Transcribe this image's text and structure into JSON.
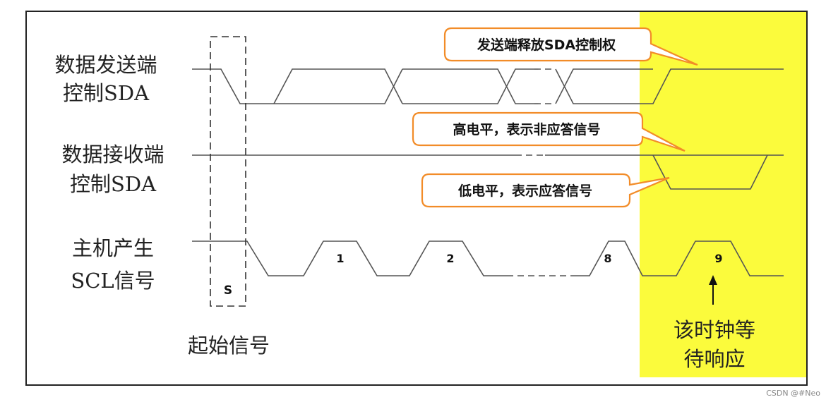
{
  "rows": {
    "sender": {
      "line1": "数据发送端",
      "line2": "控制SDA"
    },
    "receiver": {
      "line1": "数据接收端",
      "line2": "控制SDA"
    },
    "master": {
      "line1": "主机产生",
      "line2": "SCL信号"
    }
  },
  "callouts": {
    "release": "发送端释放SDA控制权",
    "high": "高电平，表示非应答信号",
    "low": "低电平，表示应答信号"
  },
  "start": {
    "box_label": "S",
    "caption": "起始信号"
  },
  "clock_numbers": [
    "1",
    "2",
    "8",
    "9"
  ],
  "ack_note": {
    "line1": "该时钟等",
    "line2": "待响应"
  },
  "watermark": "CSDN @#Neo",
  "colors": {
    "highlight": "#fbfb3c",
    "callout_border": "#f28c28",
    "line": "#555555"
  }
}
